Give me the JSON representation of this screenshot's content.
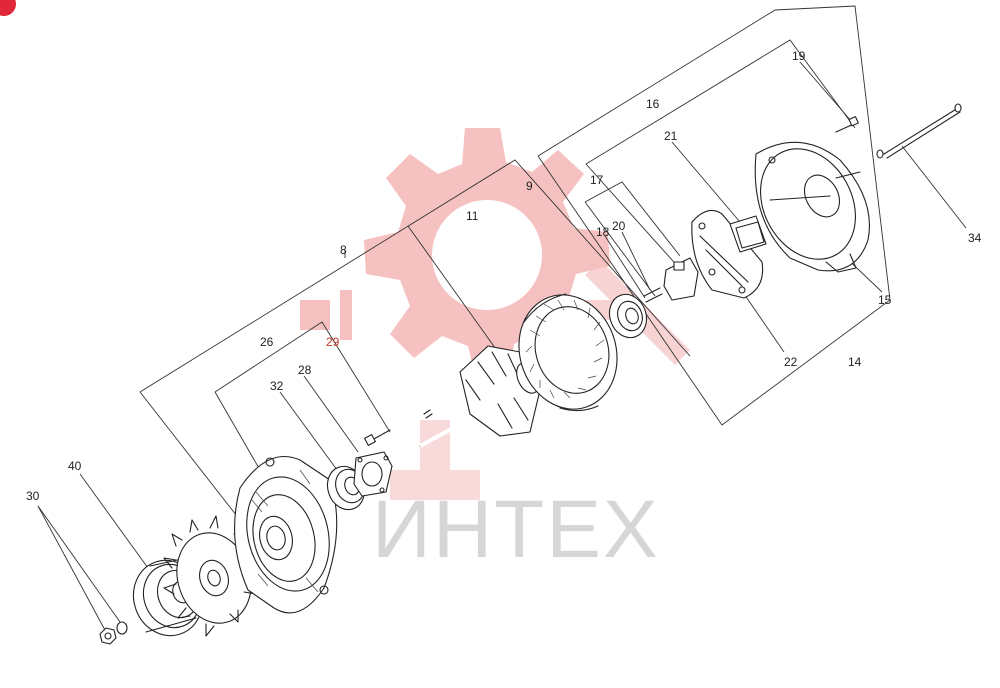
{
  "watermark": {
    "text": "ИНТЕХ",
    "gear_color": "#f4b6b6",
    "text_color": "#cfcfcf"
  },
  "corner_badge": {
    "color": "#e0283a"
  },
  "labels": {
    "l8": "8",
    "l9": "9",
    "l11": "11",
    "l14": "14",
    "l15": "15",
    "l16": "16",
    "l17": "17",
    "l18": "18",
    "l19": "19",
    "l20": "20",
    "l21": "21",
    "l22": "22",
    "l26": "26",
    "l28": "28",
    "l29": "29",
    "l30": "30",
    "l32": "32",
    "l34": "34",
    "l40": "40"
  },
  "accent_label_color": "#c0392b"
}
